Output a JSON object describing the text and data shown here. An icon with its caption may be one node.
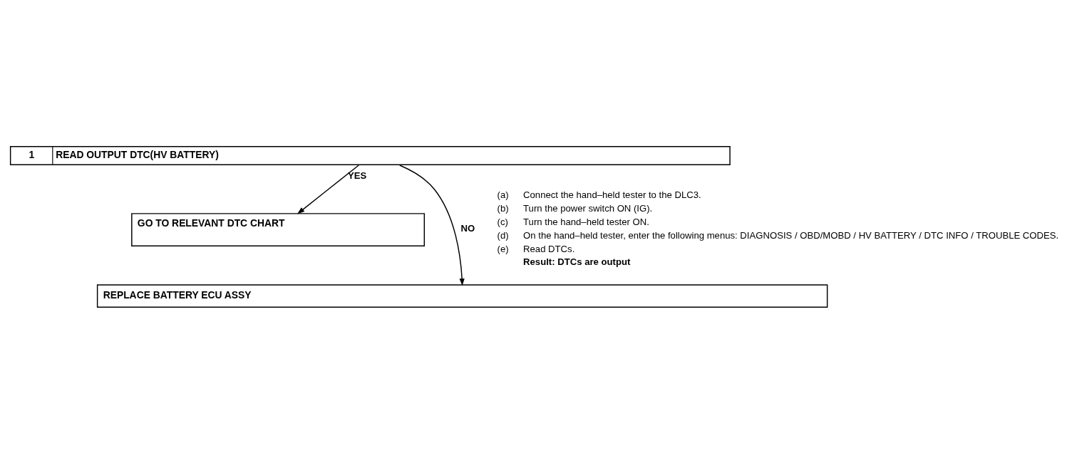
{
  "diagram": {
    "nodes": [
      {
        "text": [
          "1",
          "READ OUTPUT DTC(HV BATTERY)"
        ]
      },
      {
        "text": [
          "GO TO RELEVANT DTC CHART"
        ]
      },
      {
        "text": [
          "REPLACE BATTERY ECU ASSY"
        ]
      }
    ],
    "edges": [
      {
        "from": 0,
        "to": 1,
        "arrow": "to",
        "label": "YES"
      },
      {
        "from": 0,
        "to": 2,
        "arrow": "to",
        "label": "NO"
      }
    ],
    "labels": [
      "(a)",
      "Connect the hand–held tester to the DLC3.",
      "(b)",
      "Turn the power switch ON (IG).",
      "(c)",
      "Turn the hand–held tester ON.",
      "(d)",
      "On the hand–held tester, enter the following menus: DIAGNOSIS / OBD/MOBD / HV BATTERY / DTC INFO / TROUBLE CODES.",
      "(e)",
      "Read DTCs.",
      "Result: DTCs are output"
    ]
  }
}
